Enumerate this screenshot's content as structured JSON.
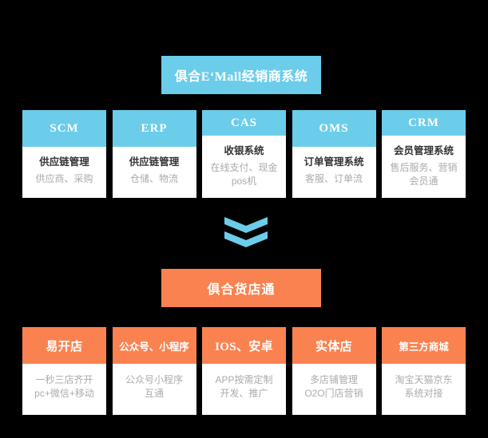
{
  "colors": {
    "background": "#000000",
    "cyan": "#6BCDEA",
    "orange": "#FA8251",
    "card_bg": "#FFFFFF",
    "title_text": "#333333",
    "desc_text": "#ABABAB",
    "banner_text": "#FFFFFF"
  },
  "top_banner": {
    "label": "俱合E‘Mall经销商系统"
  },
  "top_row": {
    "cards": [
      {
        "head": "SCM",
        "title": "供应链管理",
        "desc_lines": [
          "供应商、采购"
        ]
      },
      {
        "head": "ERP",
        "title": "供应链管理",
        "desc_lines": [
          "仓储、物流"
        ]
      },
      {
        "head": "CAS",
        "title": "收银系统",
        "desc_lines": [
          "在线支付、现金",
          "pos机"
        ]
      },
      {
        "head": "OMS",
        "title": "订单管理系统",
        "desc_lines": [
          "客服、订单流"
        ]
      },
      {
        "head": "CRM",
        "title": "会员管理系统",
        "desc_lines": [
          "售后服务、营销",
          "会员通"
        ]
      }
    ]
  },
  "arrow": {
    "icon": "double-chevron-down-icon",
    "color": "#6BCDEA"
  },
  "mid_banner": {
    "label": "俱合货店通"
  },
  "bottom_row": {
    "cards": [
      {
        "head": "易开店",
        "desc_lines": [
          "一秒三店齐开",
          "pc+微信+移动"
        ]
      },
      {
        "head": "公众号、小程序",
        "desc_lines": [
          "公众号小程序",
          "互通"
        ]
      },
      {
        "head": "IOS、安卓",
        "desc_lines": [
          "APP按需定制",
          "开发、推广"
        ]
      },
      {
        "head": "实体店",
        "desc_lines": [
          "多店铺管理",
          "O2O门店营销"
        ]
      },
      {
        "head": "第三方商城",
        "desc_lines": [
          "淘宝天猫京东",
          "系统对接"
        ]
      }
    ]
  }
}
